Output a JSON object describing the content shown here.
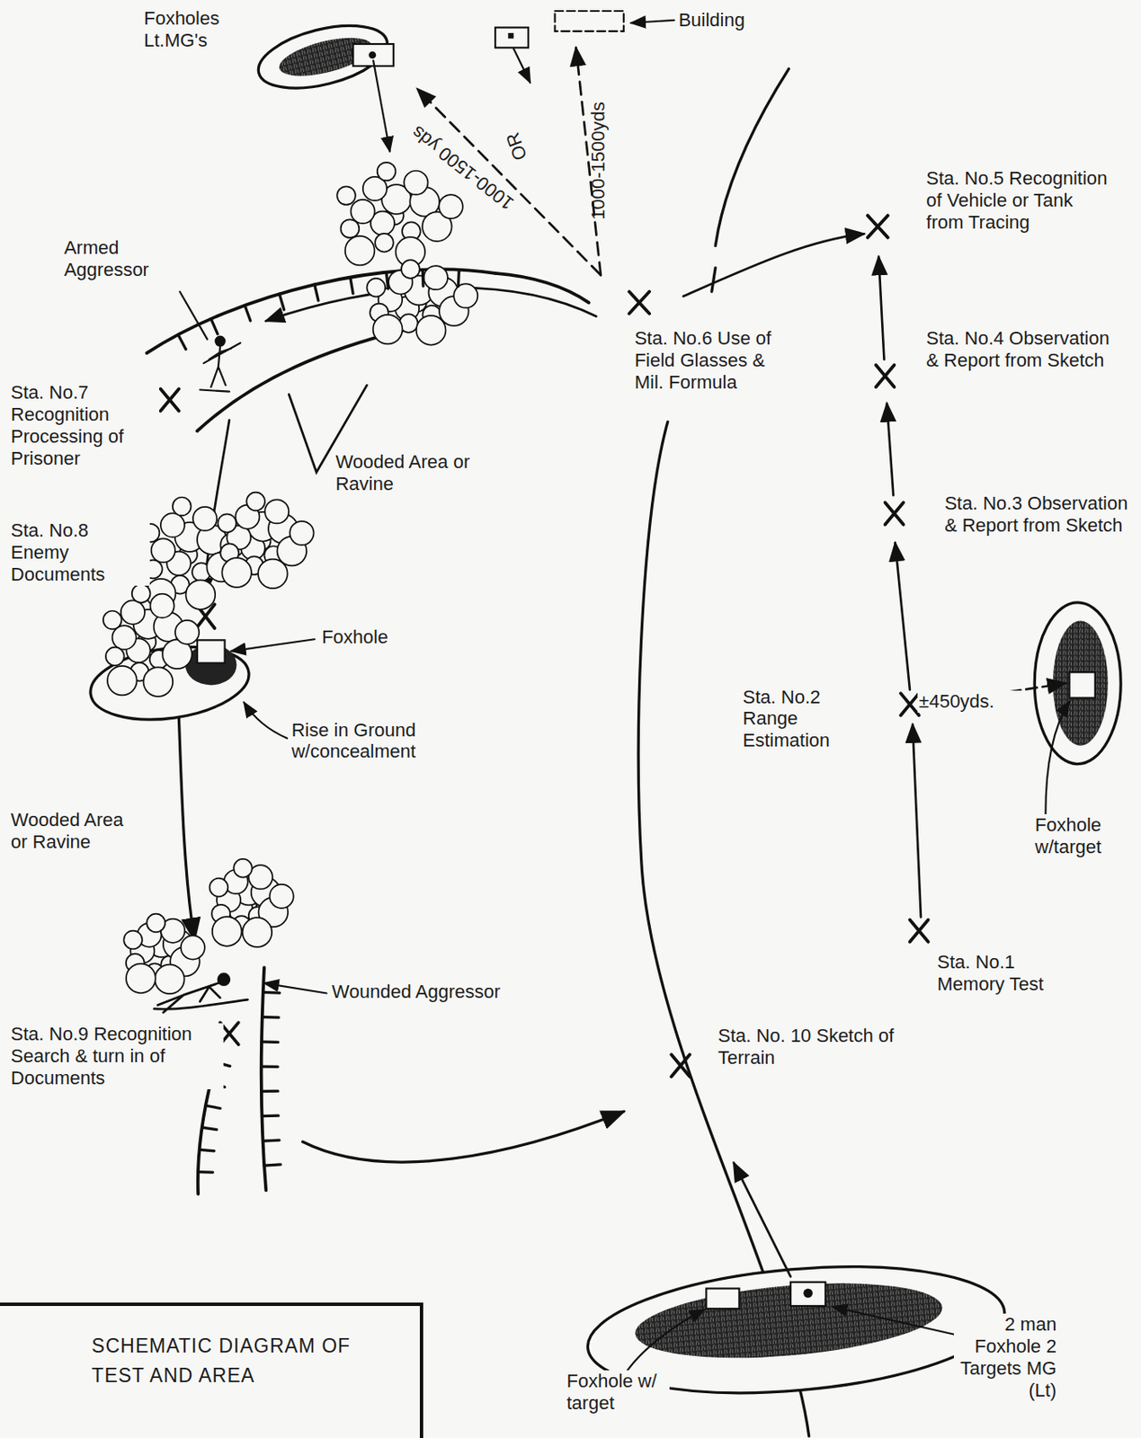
{
  "diagram": {
    "title": "SCHEMATIC DIAGRAM OF TEST AND AREA",
    "labels": [
      "Foxholes Lt.MG's",
      "Building",
      "1000-1500 yds",
      "OR",
      "1000-1500yds",
      "Sta. No.5 Recognition of Vehicle or Tank from Tracing",
      "Armed Aggressor",
      "Sta. No.6 Use of Field Glasses & Mil. Formula",
      "Sta. No.4 Observation & Report from Sketch",
      "Sta. No.7 Recognition Processing of Prisoner",
      "Wooded Area or Ravine",
      "Sta. No.3 Observation & Report from Sketch",
      "Sta. No.8 Enemy Documents",
      "Foxhole",
      "Sta. No.2 Range Estimation",
      "±450yds.",
      "Rise in Ground w/concealment",
      "Foxhole w/target",
      "Wooded Area or Ravine",
      "Sta. No.1 Memory Test",
      "Wounded Aggressor",
      "Sta. No.9 Recognition Search & turn in of Documents",
      "Sta. No. 10 Sketch of Terrain",
      "2 man Foxhole 2 Targets MG (Lt)",
      "Foxhole w/ target"
    ]
  }
}
